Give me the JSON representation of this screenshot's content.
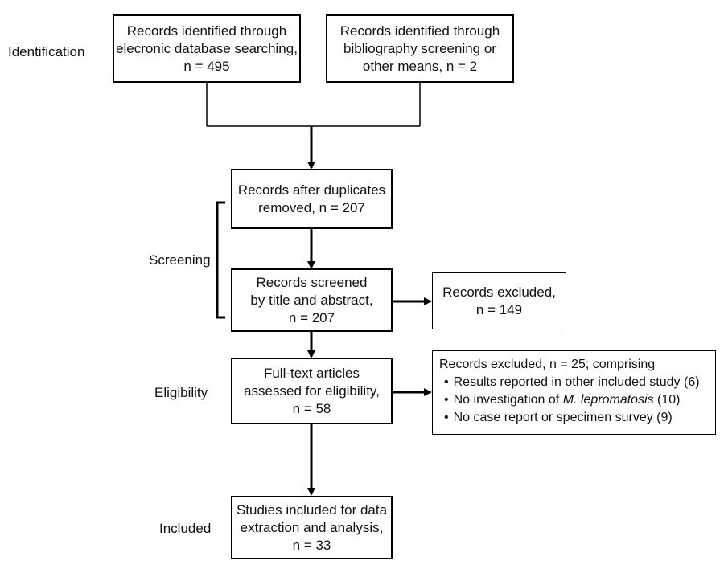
{
  "stages": {
    "identification": "Identification",
    "screening": "Screening",
    "eligibility": "Eligibility",
    "included": "Included"
  },
  "boxes": {
    "database": {
      "line1": "Records identified through",
      "line2": "elecronic database searching,",
      "line3": "n = 495"
    },
    "bibliography": {
      "line1": "Records identified through",
      "line2": "bibliography screening or",
      "line3": "other means, n = 2"
    },
    "after_duplicates": {
      "line1": "Records after duplicates",
      "line2": "removed, n = 207"
    },
    "screened": {
      "line1": "Records screened",
      "line2": "by title and abstract,",
      "line3": "n = 207"
    },
    "excluded_screen": {
      "line1": "Records excluded,",
      "line2": "n = 149"
    },
    "fulltext": {
      "line1": "Full-text articles",
      "line2": "assessed for eligibility,",
      "line3": "n = 58"
    },
    "excluded_fulltext": {
      "heading": "Records excluded, n = 25; comprising",
      "item1": "Results reported in other included study (6)",
      "item2_pre": "No investigation of ",
      "item2_species": "M. lepromatosis",
      "item2_post": " (10)",
      "item3": "No case report or specimen survey (9)"
    },
    "included": {
      "line1": "Studies included for data",
      "line2": "extraction and analysis,",
      "line3": "n = 33"
    }
  }
}
